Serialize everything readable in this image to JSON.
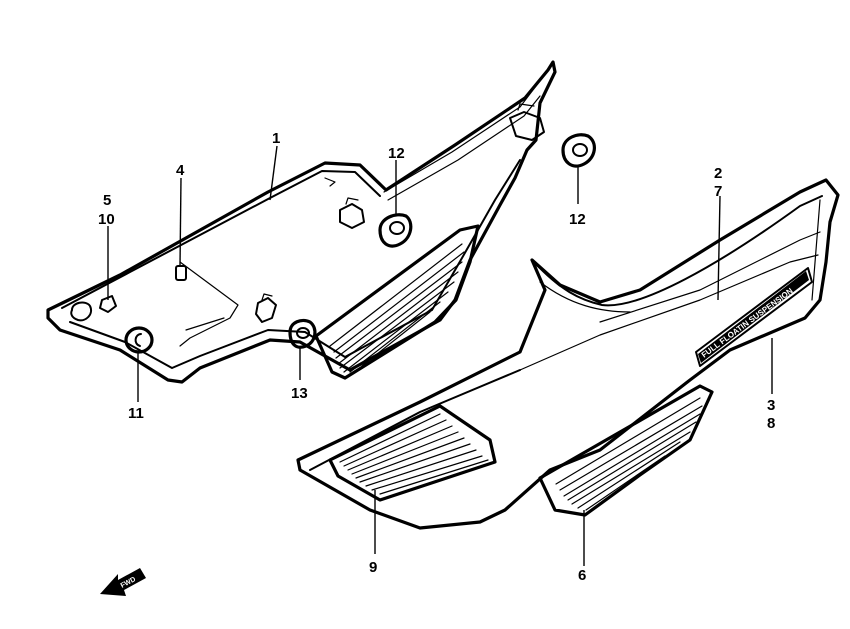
{
  "part_labels": {
    "p1": "1",
    "p4": "4",
    "p5": "5",
    "p10": "10",
    "p11": "11",
    "p12a": "12",
    "p12b": "12",
    "p13": "13",
    "p2": "2",
    "p7": "7",
    "p3": "3",
    "p8": "8",
    "p9": "9",
    "p6": "6"
  },
  "emblem_text": "FULL FLOATIN SUSPENSION",
  "direction_arrow_text": "FWD",
  "colors": {
    "ink": "#000000",
    "background": "#ffffff"
  }
}
